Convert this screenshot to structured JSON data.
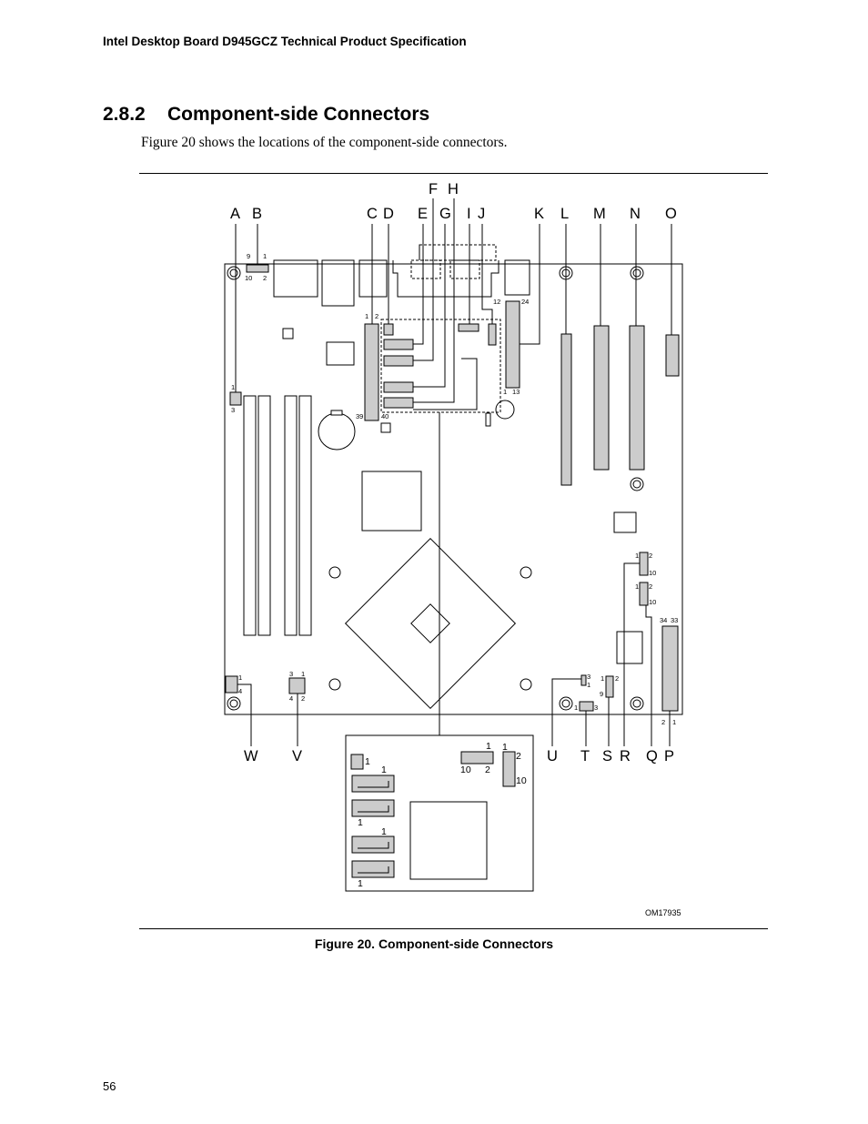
{
  "header": {
    "title": "Intel Desktop Board D945GCZ Technical Product Specification"
  },
  "section": {
    "number": "2.8.2",
    "title": "Component-side Connectors"
  },
  "intro": "Figure 20 shows the locations of the component-side connectors.",
  "figure": {
    "caption": "Figure 20.  Component-side Connectors",
    "id": "OM17935",
    "top_labels": [
      "A",
      "B",
      "C",
      "D",
      "E",
      "F",
      "G",
      "H",
      "I",
      "J",
      "K",
      "L",
      "M",
      "N",
      "O"
    ],
    "bottom_labels": [
      "W",
      "V",
      "U",
      "T",
      "S",
      "R",
      "Q",
      "P"
    ],
    "pins": {
      "ab_9": "9",
      "ab_1": "1",
      "ab_10": "10",
      "ab_2": "2",
      "a_1": "1",
      "a_3": "3",
      "c_1": "1",
      "c_2": "2",
      "c_39": "39",
      "c_40": "40",
      "k_12": "12",
      "k_24": "24",
      "k_1": "1",
      "k_13": "13",
      "r_1": "1",
      "r_2": "2",
      "r_10": "10",
      "q_1": "1",
      "q_2": "2",
      "q_10": "10",
      "p_34": "34",
      "p_33": "33",
      "p_2": "2",
      "p_1": "1",
      "u_3": "3",
      "u_1": "1",
      "s_1": "1",
      "s_2": "2",
      "s_9": "9",
      "t_1": "1",
      "t_3": "3",
      "v_3": "3",
      "v_1": "1",
      "v_4": "4",
      "v_2": "2",
      "w_1": "1",
      "w_4": "4",
      "inset_d_1": "1",
      "inset_e_1": "1",
      "inset_f_1": "1",
      "inset_g_1": "1",
      "inset_h_1": "1",
      "inset_i_1": "1",
      "inset_i_10": "10",
      "inset_i_2": "2",
      "inset_j_1": "1",
      "inset_j_2": "2",
      "inset_j_10": "10"
    }
  },
  "page_number": "56"
}
